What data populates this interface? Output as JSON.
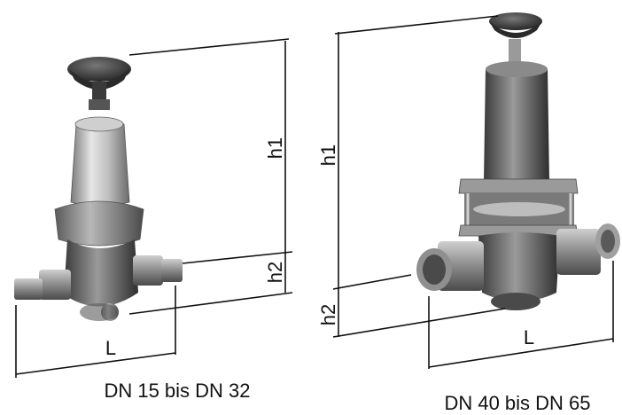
{
  "small_valve": {
    "caption": "DN 15 bis DN 32",
    "h1": "h1",
    "h2": "h2",
    "L": "L"
  },
  "large_valve": {
    "caption": "DN 40 bis DN 65",
    "h1": "h1",
    "h2": "h2",
    "L": "L"
  }
}
